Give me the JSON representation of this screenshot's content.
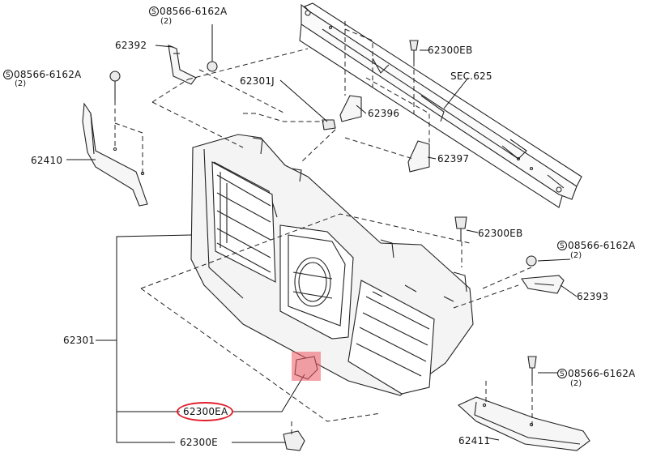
{
  "diagram": {
    "highlight_color": "#e0202c",
    "highlighted_part": "62300EA",
    "labels": {
      "p62392": "62392",
      "p08566_top": "08566-6162A",
      "p08566_top_qty": "(2)",
      "p08566_left": "08566-6162A",
      "p08566_left_qty": "(2)",
      "p62300EB_top": "62300EB",
      "sec625": "SEC.625",
      "p62301J": "62301J",
      "p62396": "62396",
      "p62397": "62397",
      "p62410": "62410",
      "p62300EB_mid": "62300EB",
      "p08566_right": "08566-6162A",
      "p08566_right_qty": "(2)",
      "p62393": "62393",
      "p62301": "62301",
      "p08566_bottom": "08566-6162A",
      "p08566_bottom_qty": "(2)",
      "p62300EA": "62300EA",
      "p62300E": "62300E",
      "p62411": "62411",
      "s_symbol": "S"
    }
  }
}
